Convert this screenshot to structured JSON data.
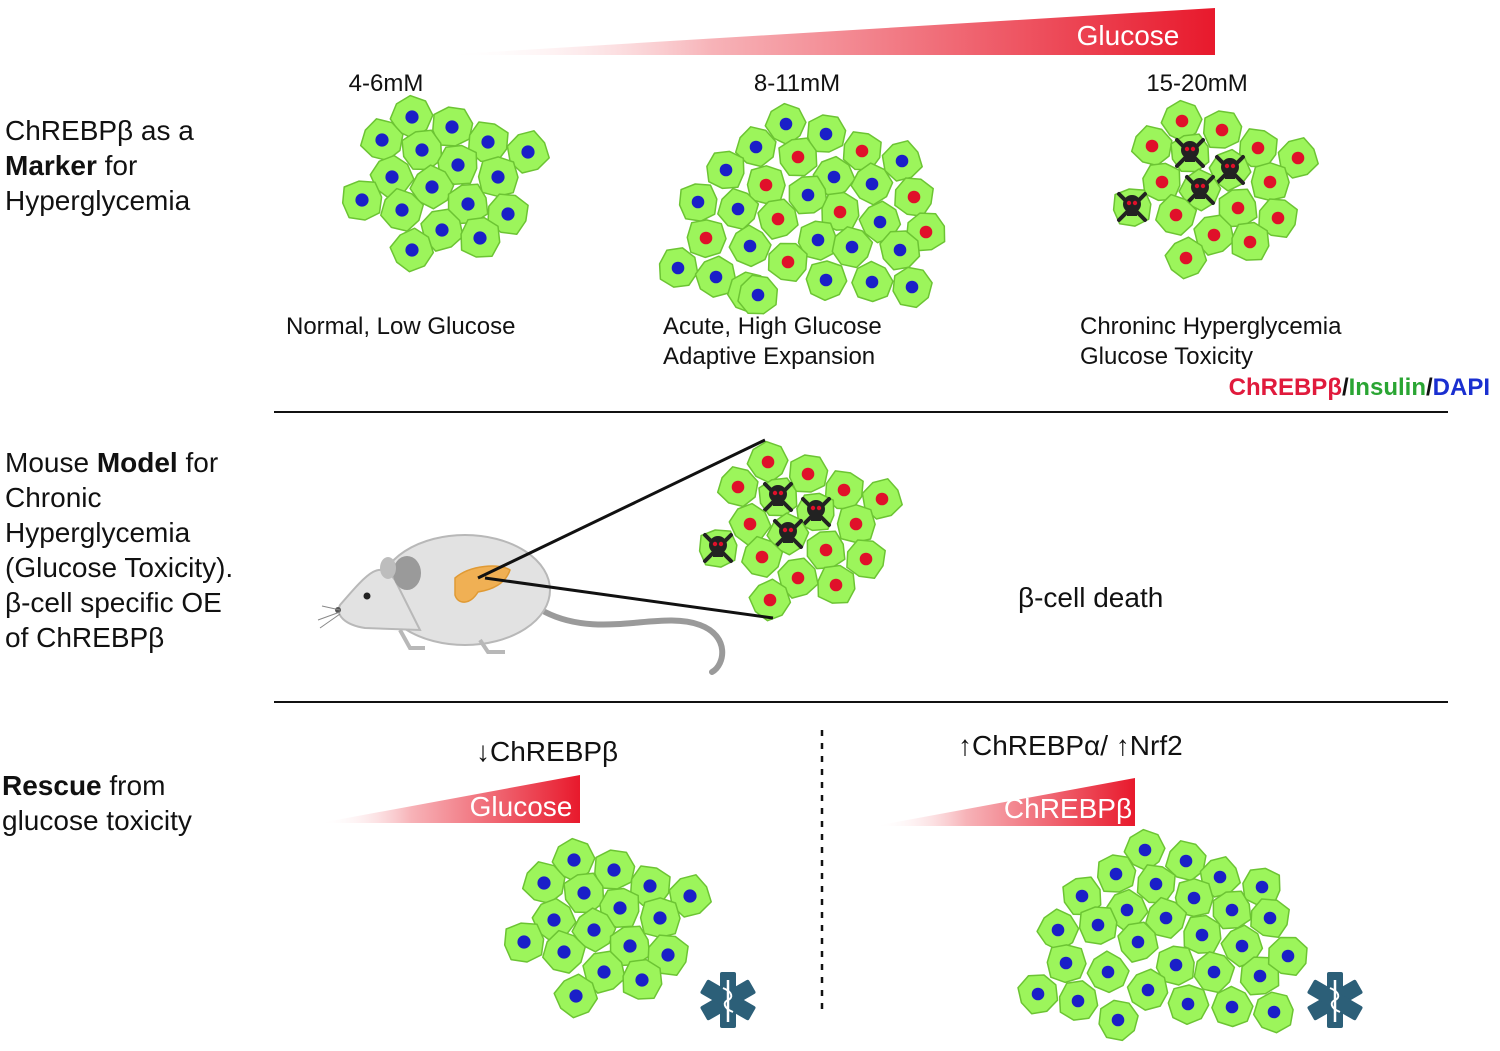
{
  "glucose_ramp_top": {
    "label": "Glucose"
  },
  "concentrations": [
    "4-6mM",
    "8-11mM",
    "15-20mM"
  ],
  "row1": {
    "title_pre": "ChREBPβ as a",
    "title_bold": "Marker",
    "title_post": "for",
    "title_line3": "Hyperglycemia"
  },
  "captions": {
    "normal": "Normal, Low Glucose",
    "acute_1": "Acute, High Glucose",
    "acute_2": "Adaptive Expansion",
    "chronic_1": "Chroninc Hyperglycemia",
    "chronic_2": "Glucose Toxicity"
  },
  "legend": {
    "chrebp": "ChREBPβ",
    "sep1": "/",
    "insulin": "Insulin",
    "sep2": "/",
    "dapi": "DAPI"
  },
  "row2": {
    "title_pre": "Mouse",
    "title_bold": "Model",
    "title_post": "for",
    "lines": [
      "Chronic",
      "Hyperglycemia",
      "(Glucose Toxicity).",
      "β-cell specific OE",
      "of ChREBPβ"
    ],
    "outcome": "β-cell death"
  },
  "row3": {
    "title_bold": "Rescue",
    "title_post": "from",
    "title_line2": "glucose toxicity",
    "left_label": "↓ChREBPβ",
    "left_ramp": "Glucose",
    "right_label": "↑ChREBPα/ ↑Nrf2",
    "right_ramp": "ChREBPβ"
  },
  "colors": {
    "cell_fill": "#9cf55b",
    "cell_stroke": "#6cc433",
    "nucleus_dapi": "#1a1fc8",
    "nucleus_chrebp": "#e0102a",
    "ramp": "#e8192c",
    "medic_icon": "#2c5f78",
    "pancreas": "#f0b054"
  },
  "icons": [
    "skull-crossbones-icon",
    "star-of-life-icon",
    "mouse-illustration"
  ]
}
